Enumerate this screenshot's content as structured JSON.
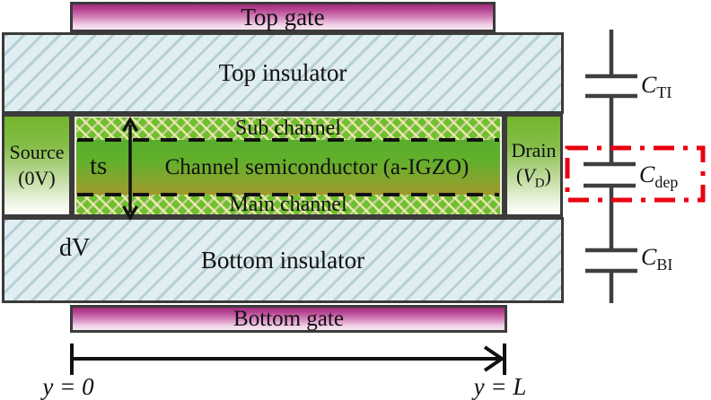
{
  "figure": {
    "top_gate": "Top gate",
    "top_insulator": "Top insulator",
    "bottom_insulator": "Bottom insulator",
    "bottom_gate": "Bottom gate",
    "sub_channel": "Sub channel",
    "channel_semiconductor": "Channel semiconductor (a-IGZO)",
    "main_channel": "Main channel",
    "source_line1": "Source",
    "source_line2": "(0V)",
    "drain_line1": "Drain",
    "drain_paren_open": "(",
    "drain_symbol": "V",
    "drain_subscript": "D",
    "drain_paren_close": ")",
    "ts_label": "ts",
    "dv_label": "dV",
    "axis_start": "y = 0",
    "axis_end": "y = L"
  },
  "circuit": {
    "caps": [
      {
        "sym": "C",
        "sub": "TI"
      },
      {
        "sym": "C",
        "sub": "dep"
      },
      {
        "sym": "C",
        "sub": "BI"
      }
    ]
  },
  "colors": {
    "gate_dark": "#a32c7d",
    "gate_light": "#f7e6f2",
    "insulator_fill": "#e0eef2",
    "insulator_hatch": "#b7d6da",
    "electrode_green": "#72b62b",
    "channel_hatch_green": "#6fc02f",
    "igzo_top": "#57ae2c",
    "igzo_bottom": "#a2982e",
    "outline": "#3b3b3b",
    "dep_outline_red": "#e8000f"
  }
}
